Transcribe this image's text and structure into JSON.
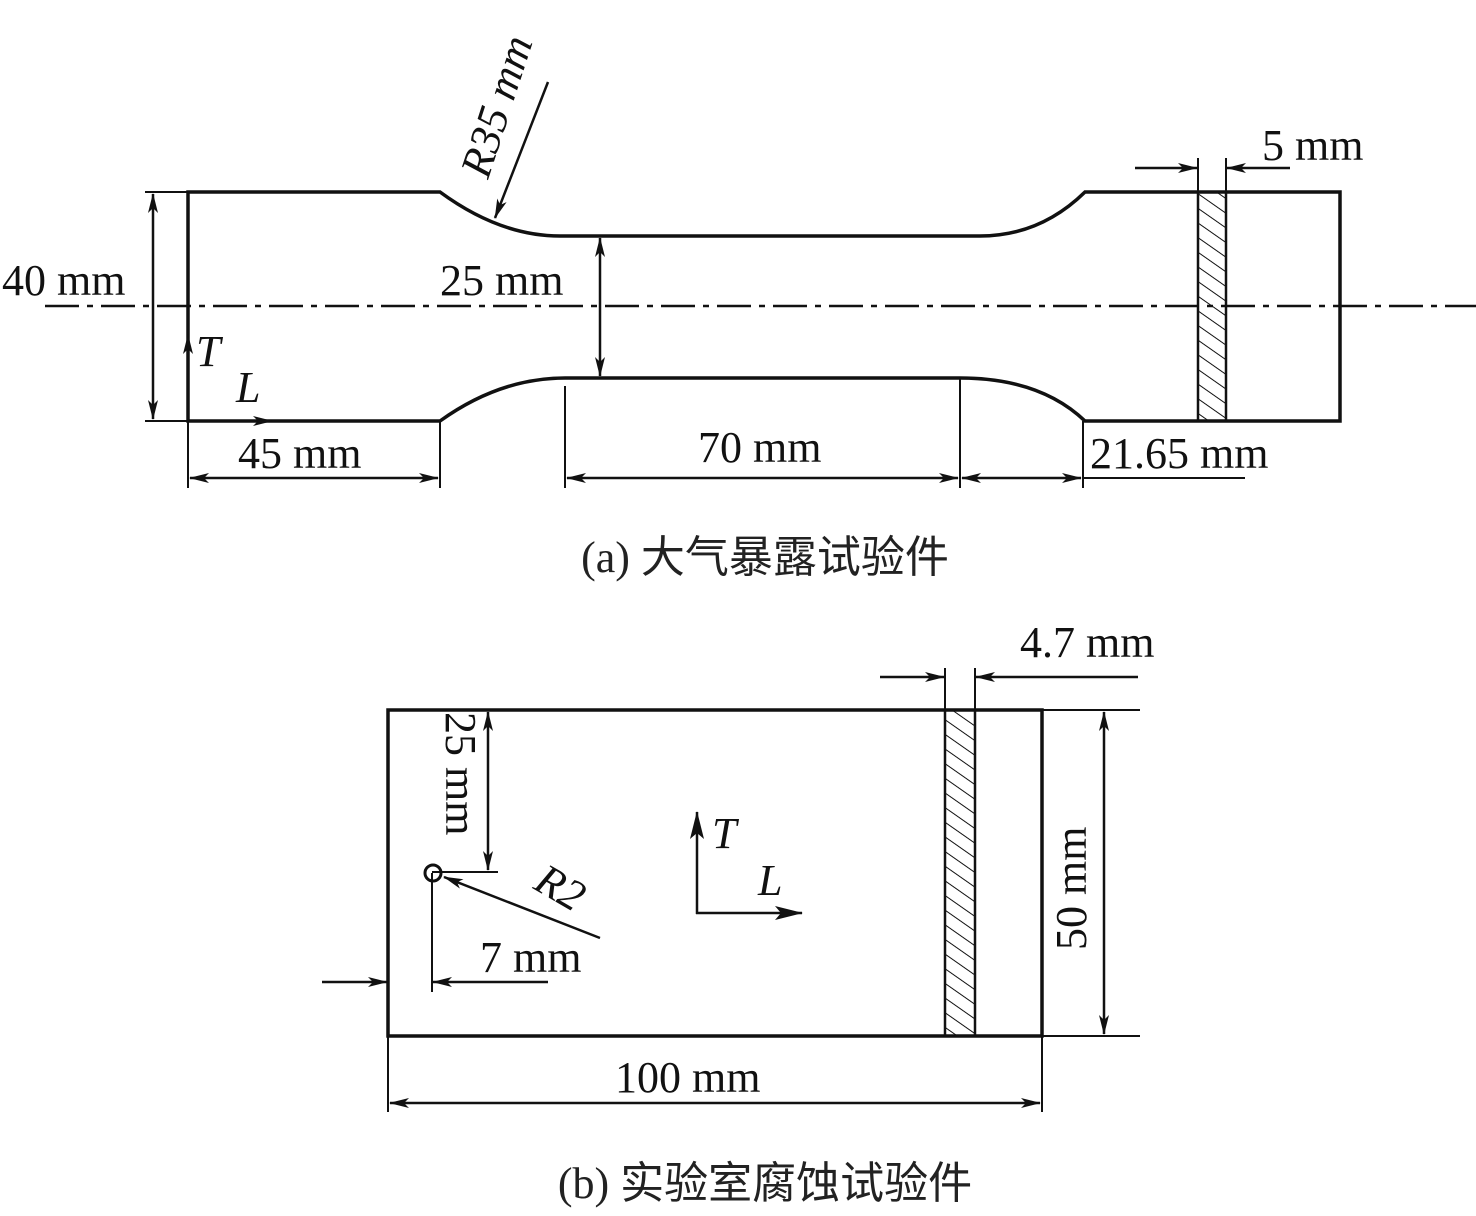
{
  "figure_a": {
    "caption": "(a) 大气暴露试验件",
    "labels": {
      "radius": "R35 mm",
      "total_width": "40 mm",
      "gauge_width": "25 mm",
      "grip_length": "45 mm",
      "gauge_length": "70 mm",
      "transition_length": "21.65 mm",
      "weld_width": "5 mm",
      "axis_t": "T",
      "axis_l": "L"
    }
  },
  "figure_b": {
    "caption": "(b) 实验室腐蚀试验件",
    "labels": {
      "weld_width": "4.7 mm",
      "hole_offset_top": "25 mm",
      "hole_radius": "R2",
      "hole_offset_left": "7 mm",
      "height": "50 mm",
      "length": "100 mm",
      "axis_t": "T",
      "axis_l": "L"
    }
  },
  "colors": {
    "line": "#111111",
    "background": "#ffffff"
  }
}
